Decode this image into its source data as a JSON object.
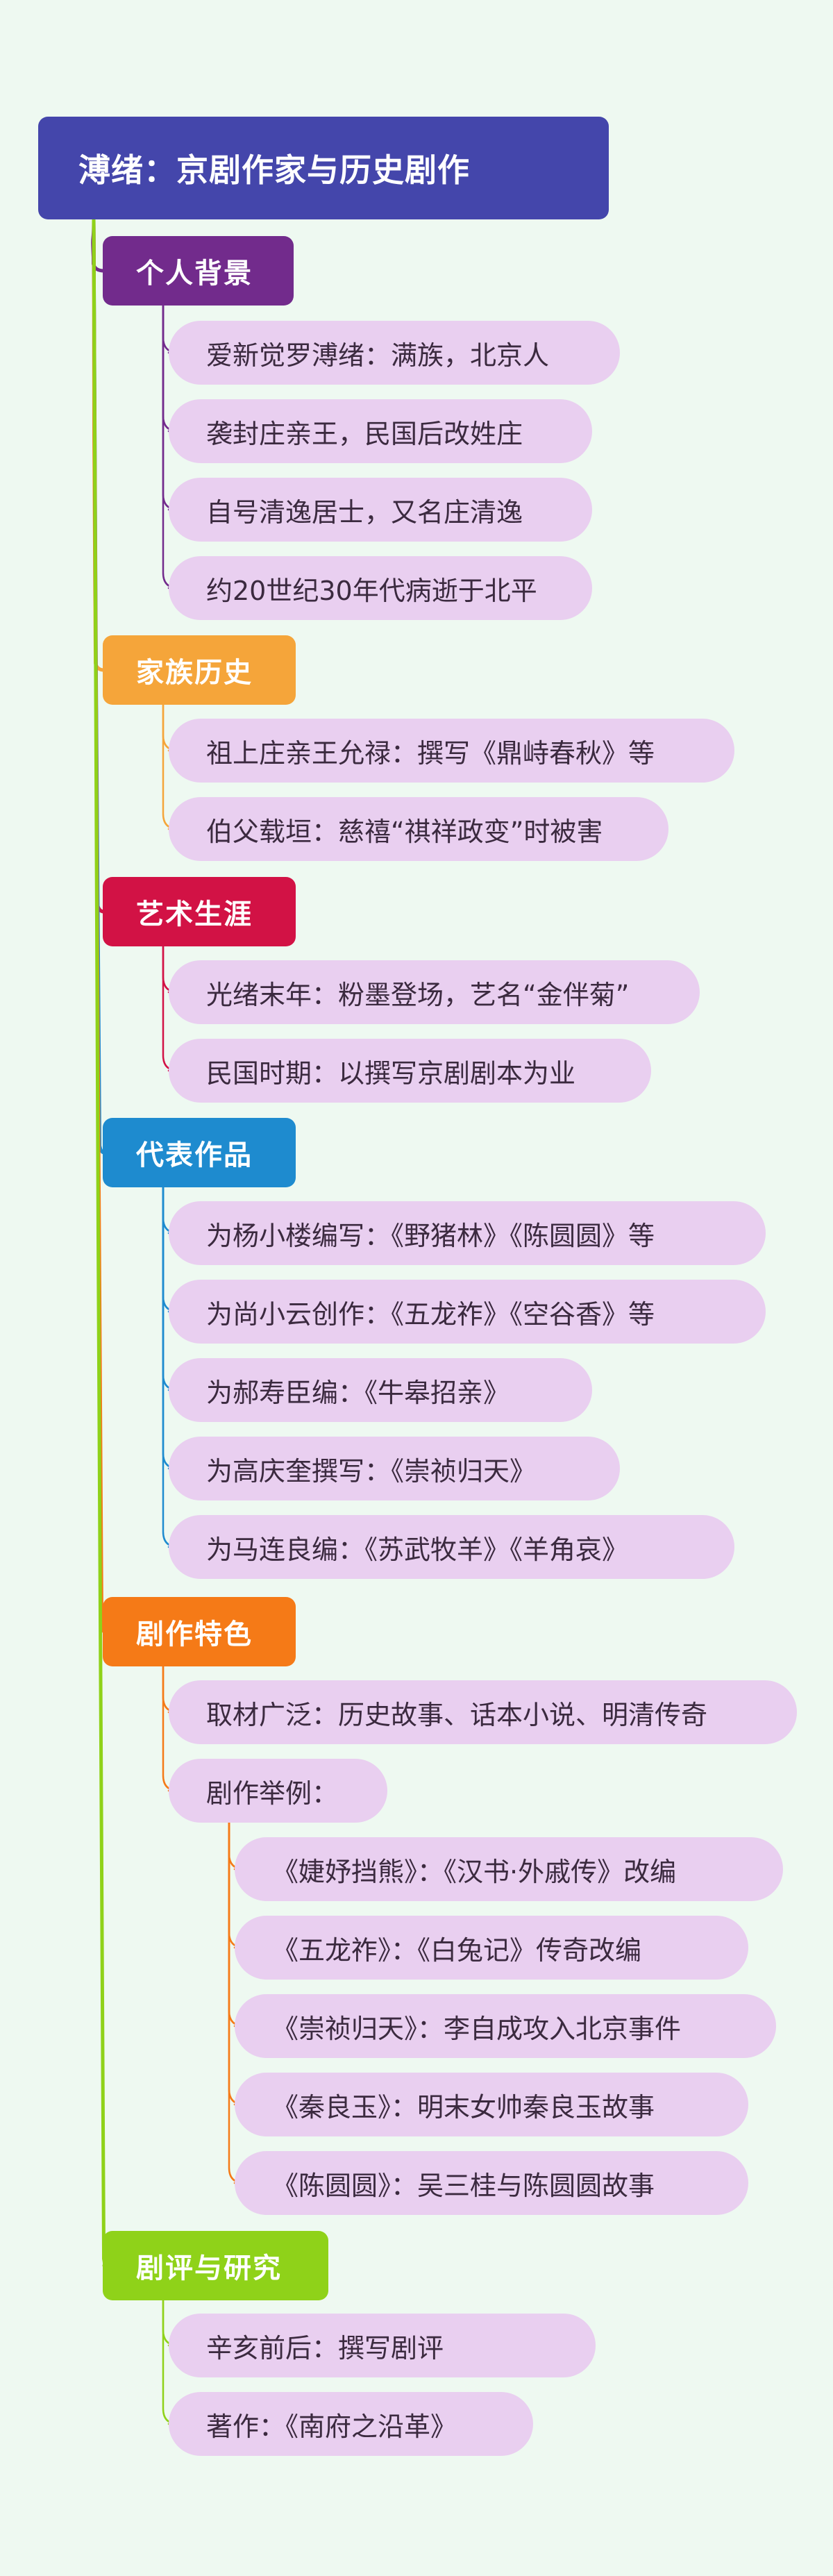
{
  "title": "溥绪：京剧作家与历史剧作",
  "colors": {
    "root": "#4446ab",
    "leaf_bg": "#e9cff0",
    "background": "#eef9f1"
  },
  "categories": [
    {
      "label": "个人背景",
      "color": "#722b8c",
      "items": [
        "爱新觉罗溥绪：满族，北京人",
        "袭封庄亲王，民国后改姓庄",
        "自号清逸居士，又名庄清逸",
        "约20世纪30年代病逝于北平"
      ]
    },
    {
      "label": "家族历史",
      "color": "#f5a53a",
      "items": [
        "祖上庄亲王允禄：撰写《鼎峙春秋》等",
        "伯父载垣：慈禧“祺祥政变”时被害"
      ]
    },
    {
      "label": "艺术生涯",
      "color": "#d21245",
      "items": [
        "光绪末年：粉墨登场，艺名“金伴菊”",
        "民国时期：以撰写京剧剧本为业"
      ]
    },
    {
      "label": "代表作品",
      "color": "#1e8bcf",
      "items": [
        "为杨小楼编写：《野猪林》《陈圆圆》等",
        "为尚小云创作：《五龙祚》《空谷香》等",
        "为郝寿臣编：《牛皋招亲》",
        "为高庆奎撰写：《崇祯归天》",
        "为马连良编：《苏武牧羊》《羊角哀》"
      ]
    },
    {
      "label": "剧作特色",
      "color": "#f57a17",
      "items": [
        "取材广泛：历史故事、话本小说、明清传奇",
        "剧作举例："
      ],
      "subitems": [
        "《婕妤挡熊》：《汉书·外戚传》改编",
        "《五龙祚》：《白兔记》传奇改编",
        "《崇祯归天》：李自成攻入北京事件",
        "《秦良玉》：明末女帅秦良玉故事",
        "《陈圆圆》：吴三桂与陈圆圆故事"
      ]
    },
    {
      "label": "剧评与研究",
      "color": "#8fd219",
      "items": [
        "辛亥前后：撰写剧评",
        "著作：《南府之沿革》"
      ]
    }
  ]
}
